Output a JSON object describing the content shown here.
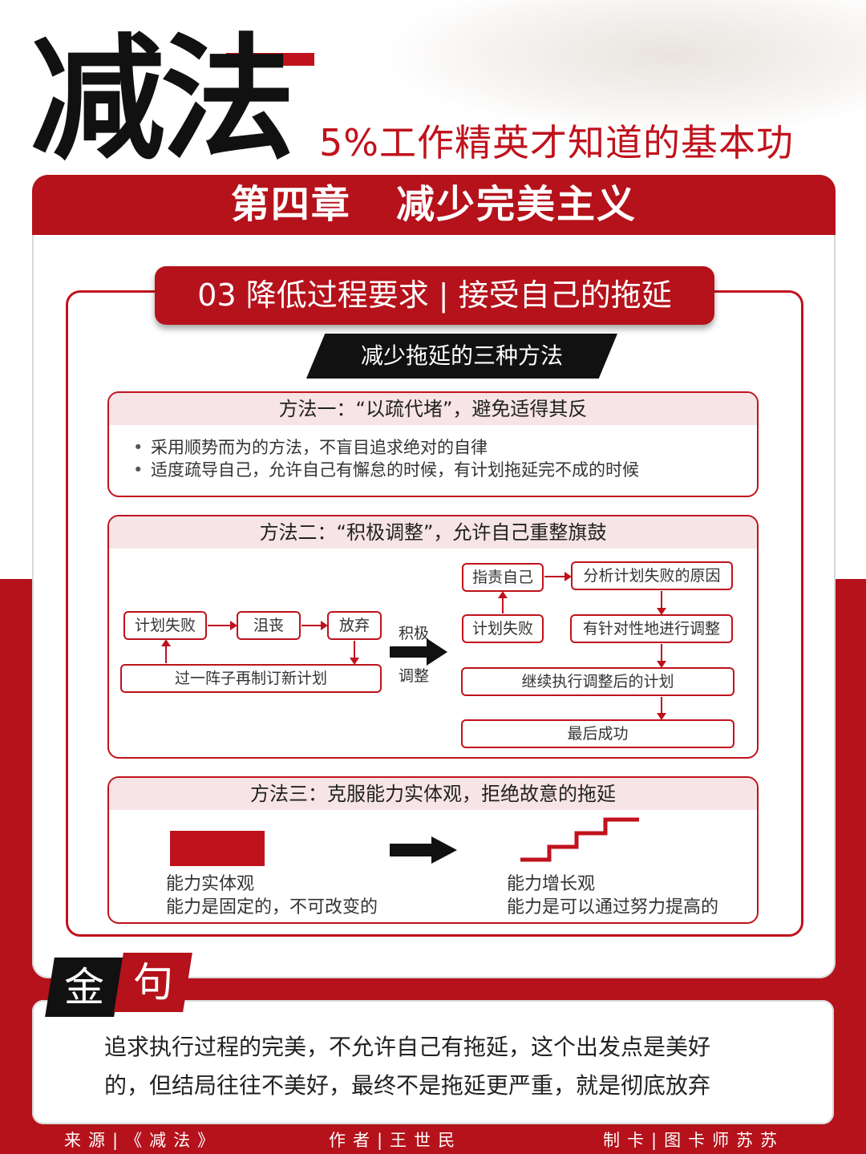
{
  "header": {
    "title": "减法",
    "subtitle": "5%工作精英才知道的基本功"
  },
  "chapter": {
    "title": "第四章   减少完美主义"
  },
  "section": {
    "title": "03 降低过程要求 | 接受自己的拖延",
    "banner": "减少拖延的三种方法"
  },
  "methods": [
    {
      "heading": "方法一：“以疏代堵”，避免适得其反",
      "bullets": [
        "采用顺势而为的方法，不盲目追求绝对的自律",
        "适度疏导自己，允许自己有懈怠的时候，有计划拖延完不成的时候"
      ]
    },
    {
      "heading": "方法二：“积极调整”，允许自己重整旗鼓",
      "flow_left": [
        "计划失败",
        "沮丧",
        "放弃",
        "过一阵子再制订新计划"
      ],
      "transition": [
        "积极",
        "调整"
      ],
      "flow_right": [
        "指责自己",
        "分析计划失败的原因",
        "计划失败",
        "有针对性地进行调整",
        "继续执行调整后的计划",
        "最后成功"
      ]
    },
    {
      "heading": "方法三：克服能力实体观，拒绝故意的拖延",
      "left": {
        "title": "能力实体观",
        "desc": "能力是固定的，不可改变的"
      },
      "right": {
        "title": "能力增长观",
        "desc": "能力是可以通过努力提高的"
      }
    }
  ],
  "quote": {
    "tag_1": "金",
    "tag_2": "句",
    "line_1": "追求执行过程的完美，不允许自己有拖延，这个出发点是美好",
    "line_2": "的，但结局往往不美好，最终不是拖延更严重，就是彻底放弃"
  },
  "footer": {
    "source": "来源|《减法》",
    "author": "作者|王世民",
    "maker": "制卡|图卡师苏苏"
  },
  "colors": {
    "accent": "#b5121b",
    "dark": "#111111",
    "pink": "#f7e4e6"
  }
}
